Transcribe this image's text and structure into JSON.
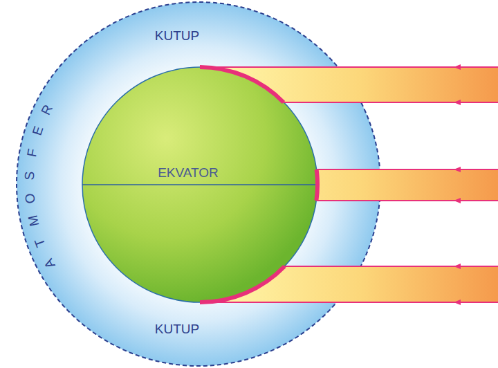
{
  "diagram": {
    "labels": [
      "KUTUP",
      "ATMOSFER",
      "EKVATOR",
      "KUTUP"
    ]
  }
}
